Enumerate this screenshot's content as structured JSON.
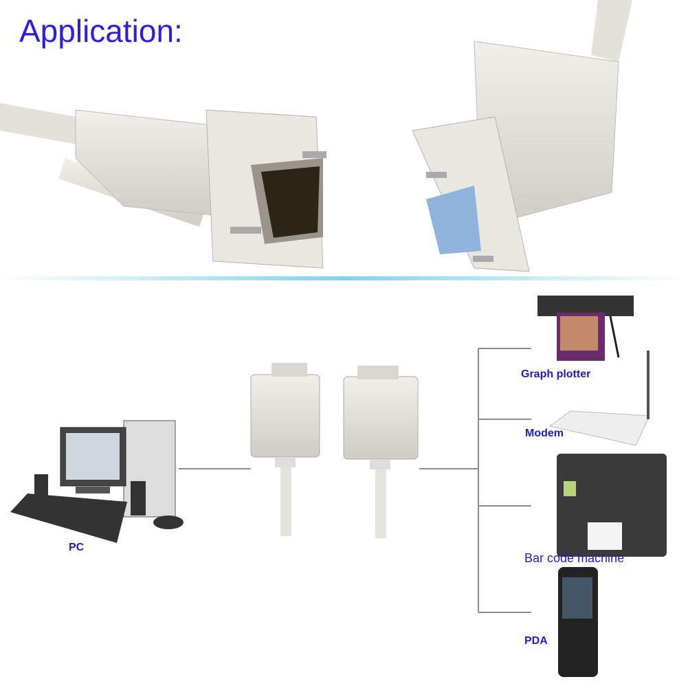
{
  "title": "Application:",
  "devices": {
    "pc": "PC",
    "plotter": "Graph plotter",
    "modem": "Modem",
    "barcode": "Bar code machine",
    "pda": "PDA"
  },
  "colors": {
    "title": "#2b1de6",
    "label": "#1c1cc8",
    "connector_line": "#8a8a8a",
    "cable": "#e4e4dc",
    "divider_glow": "#7fd4ee"
  }
}
